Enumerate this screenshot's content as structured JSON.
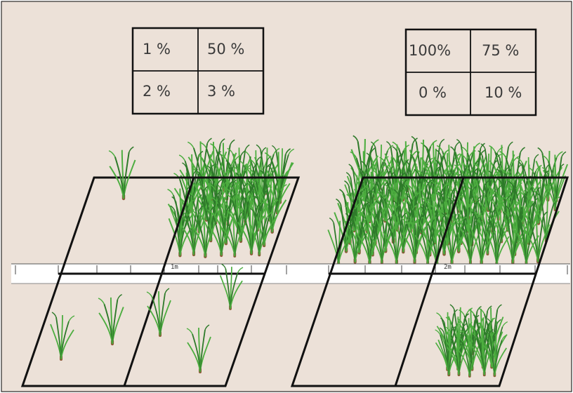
{
  "colors": {
    "background": "#ece1d8",
    "plot_border": "#111111",
    "grass_light": "#4cad3f",
    "grass_dark": "#2e7a2a",
    "grass_base": "#8a5a36",
    "tape": "#ffffff",
    "tape_mark": "#444444"
  },
  "icons": {
    "plant": "grass-tuft-icon"
  },
  "left_table": {
    "cells": [
      "1 %",
      "50 %",
      "2 %",
      "3 %"
    ]
  },
  "right_table": {
    "cells": [
      "100%",
      "75 %",
      "0 %",
      "10 %"
    ]
  },
  "scale_tape": {
    "left_label": "1m",
    "right_label": "2m"
  }
}
